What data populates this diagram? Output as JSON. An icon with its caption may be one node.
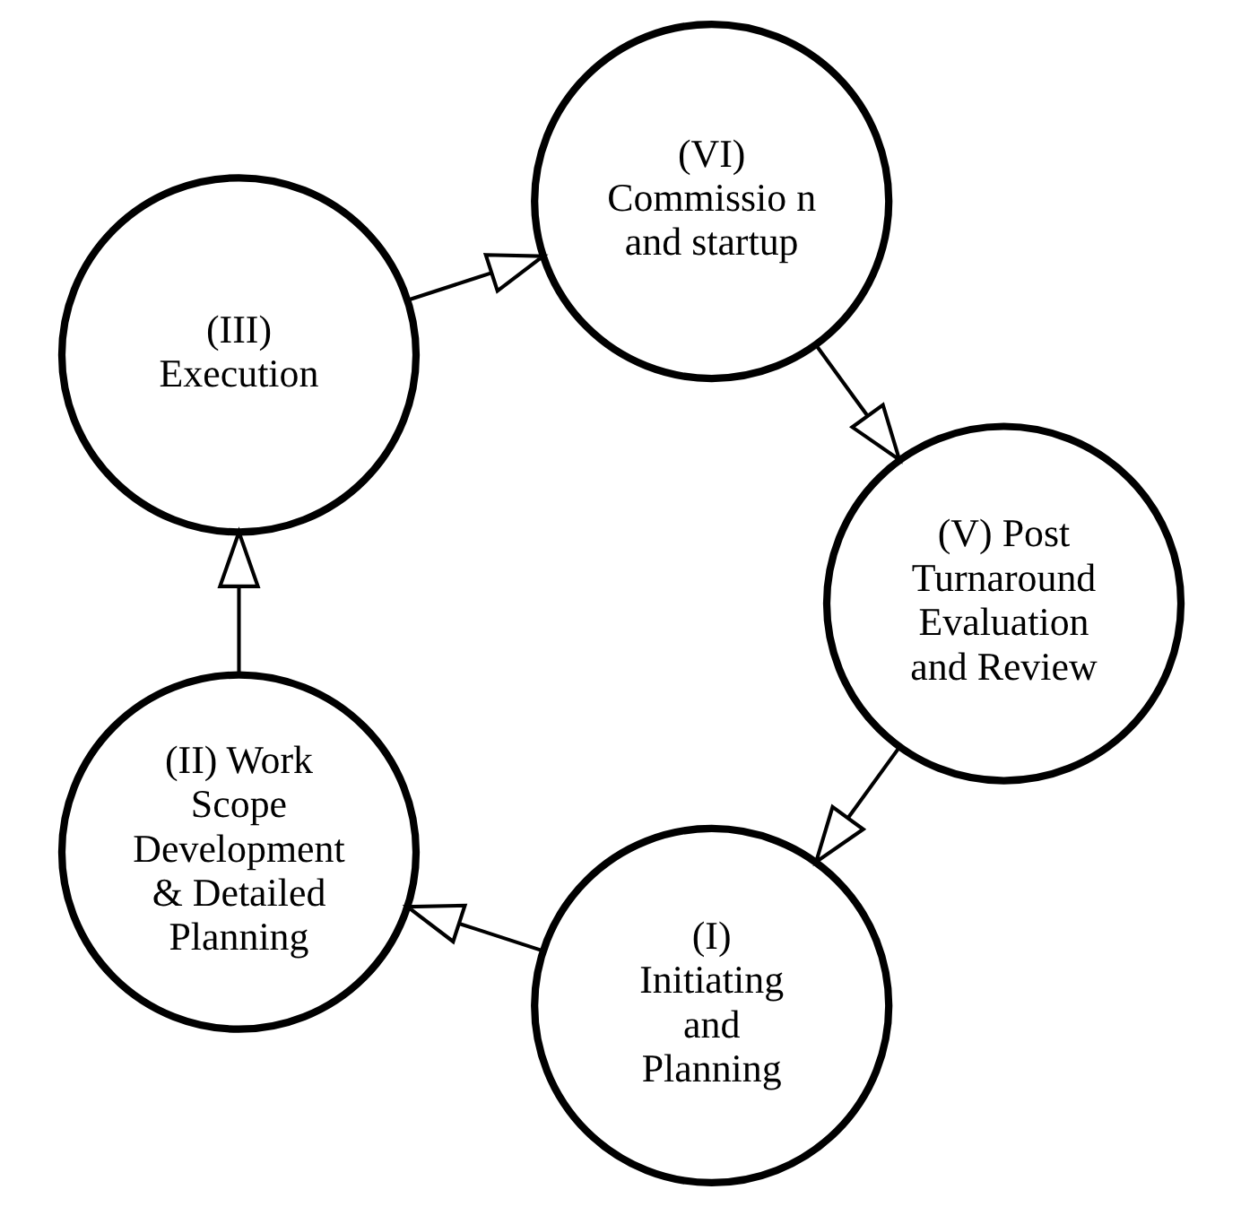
{
  "diagram": {
    "nodes": [
      {
        "text": [
          "(I) Initiating and Planning"
        ]
      },
      {
        "text": [
          "(II) Work Scope Development & Detailed Planning"
        ]
      },
      {
        "text": [
          "(III) Execution"
        ]
      },
      {
        "text": [
          "(VI) Commissio n and startup"
        ]
      },
      {
        "text": [
          "(V) Post Turnaround Evaluation and Review"
        ]
      }
    ],
    "edges": [
      {
        "from": 0,
        "to": 1,
        "arrow": "to"
      },
      {
        "from": 1,
        "to": 2,
        "arrow": "to"
      },
      {
        "from": 2,
        "to": 3,
        "arrow": "to"
      },
      {
        "from": 3,
        "to": 4,
        "arrow": "to"
      },
      {
        "from": 4,
        "to": 0,
        "arrow": "to"
      }
    ]
  }
}
